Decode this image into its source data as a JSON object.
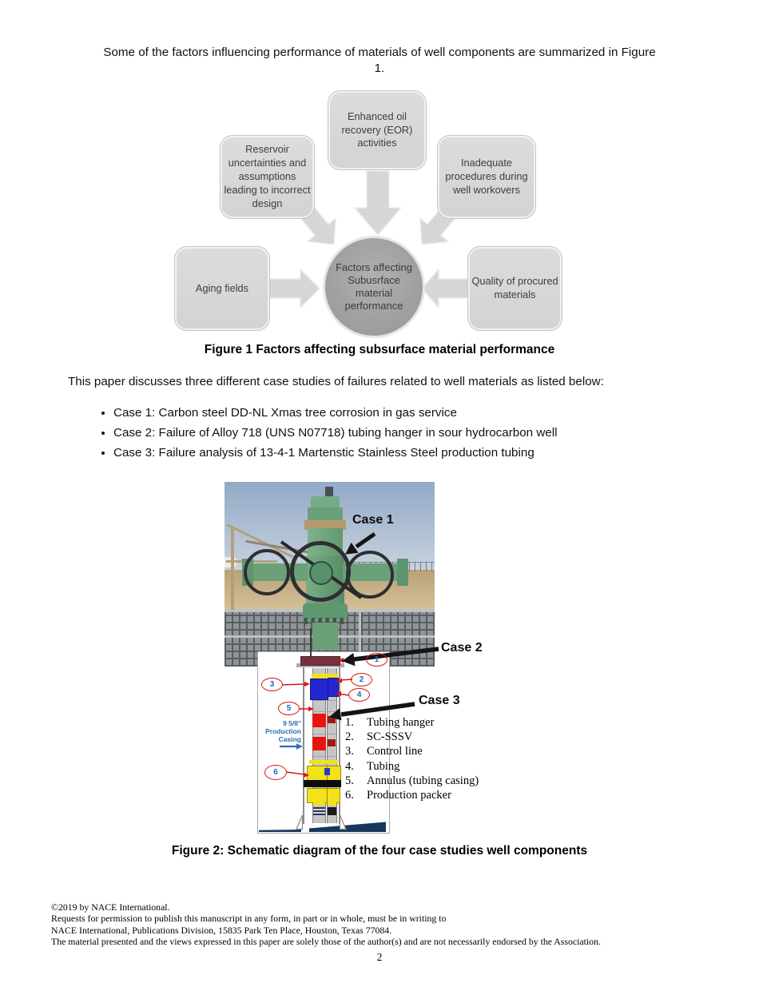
{
  "document": {
    "intro_line1": "Some of the factors influencing performance of materials of well components are summarized in Figure",
    "intro_line2": "1.",
    "paragraph": "This paper discusses three different case studies of failures related to well materials as listed below:",
    "bullets": [
      "Case 1: Carbon steel DD-NL Xmas tree corrosion in gas service",
      "Case 2: Failure of Alloy 718 (UNS N07718) tubing hanger in sour hydrocarbon well",
      "Case 3: Failure analysis of 13-4-1 Martenstic Stainless Steel production tubing"
    ]
  },
  "figure1": {
    "caption": "Figure 1 Factors affecting subsurface material performance",
    "boxes": {
      "top": "Enhanced oil recovery (EOR) activities",
      "top_left": "Reservoir uncertainties and assumptions leading to incorrect design",
      "top_right": "Inadequate procedures during well workovers",
      "left": "Aging fields",
      "right": "Quality of procured materials"
    },
    "center_circle": "Factors affecting Subusrface material performance"
  },
  "figure2": {
    "caption": "Figure 2: Schematic diagram of the four case studies well components",
    "case1_label": "Case 1",
    "case2_label": "Case 2",
    "case3_label": "Case 3",
    "casing_label_lines": [
      "9 5/8\"",
      "Production",
      "Casing"
    ],
    "callouts": [
      "1",
      "2",
      "3",
      "4",
      "5",
      "6"
    ],
    "legend": [
      {
        "num": "1.",
        "text": "Tubing hanger"
      },
      {
        "num": "2.",
        "text": "SC-SSSV"
      },
      {
        "num": "3.",
        "text": "Control line"
      },
      {
        "num": "4.",
        "text": "Tubing"
      },
      {
        "num": "5.",
        "text": "Annulus (tubing casing)"
      },
      {
        "num": "6.",
        "text": "Production packer"
      }
    ]
  },
  "footer": {
    "lines": [
      "©2019 by NACE International.",
      "Requests for permission to publish this manuscript in any form, in part or in whole, must be in writing to",
      "NACE International, Publications Division, 15835 Park Ten Place, Houston, Texas 77084.",
      "The material presented and the views expressed in this paper are solely those of the author(s) and are not necessarily endorsed by the Association."
    ],
    "page_number": "2"
  },
  "colors": {
    "callout-red": "#E01616",
    "callout-blue": "#2166C0",
    "casing-blue": "#2B6CB8",
    "wedge-navy": "#17365D",
    "hanger-maroon": "#74333C",
    "sssv-blue": "#2526CF",
    "block-red": "#E8130C",
    "packer-yellow": "#F3E11C"
  }
}
